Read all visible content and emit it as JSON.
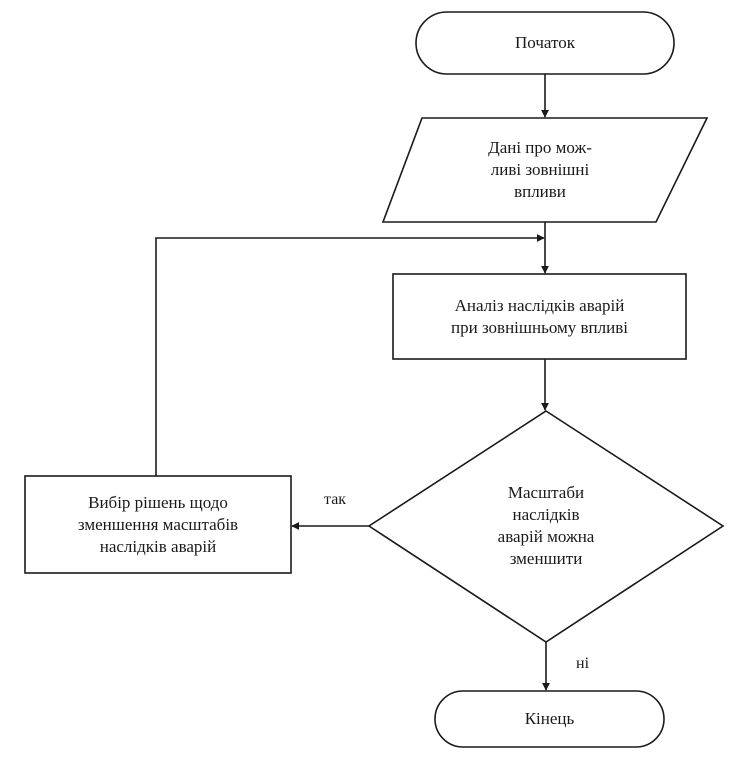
{
  "flowchart": {
    "start": "Початок",
    "input": "Дані про мож-\nливі зовнішні\nвпливи",
    "analysis": "Аналіз наслідків аварій\nпри зовнішньому впливі",
    "decision": "Масштаби\nнаслідків\nаварій можна\nзменшити",
    "action": "Вибір рішень щодо\nзменшення масштабів\nнаслідків аварій",
    "end": "Кінець",
    "yes_label": "так",
    "no_label": "ні"
  }
}
